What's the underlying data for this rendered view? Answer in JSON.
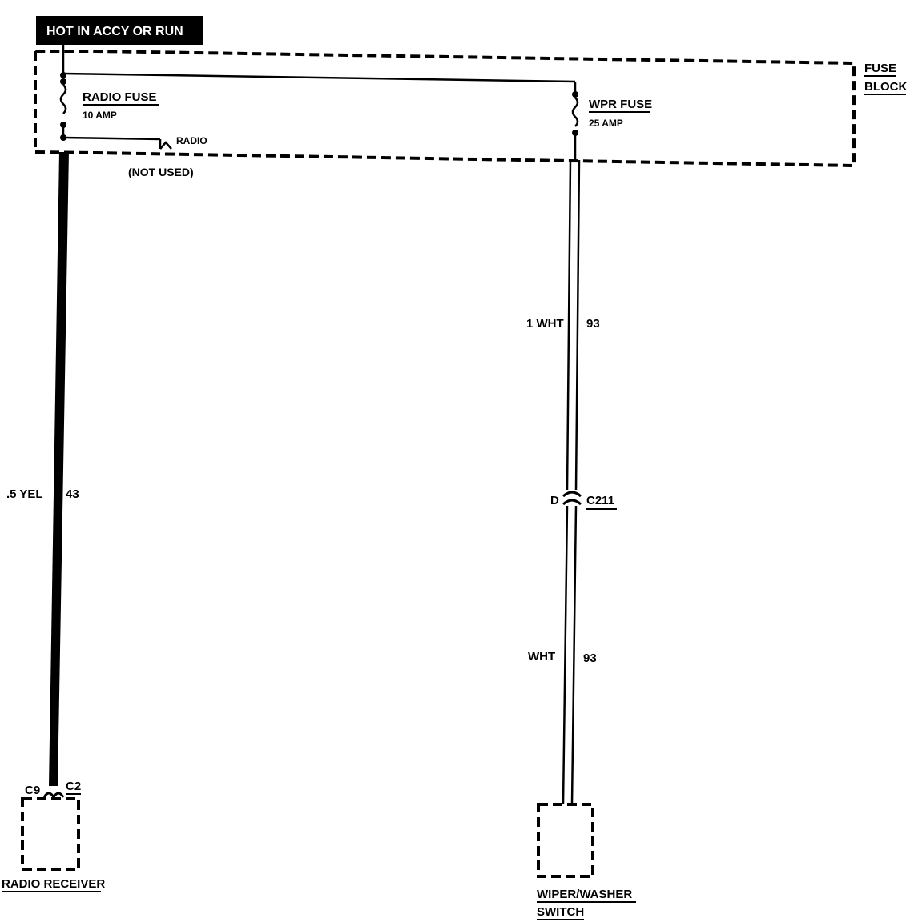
{
  "header": {
    "label": "HOT IN ACCY OR RUN"
  },
  "fuse_block": {
    "title_line1": "FUSE",
    "title_line2": "BLOCK"
  },
  "radio_fuse": {
    "name": "RADIO FUSE",
    "rating": "10 AMP"
  },
  "wpr_fuse": {
    "name": "WPR FUSE",
    "rating": "25 AMP"
  },
  "radio_tap": {
    "label": "RADIO",
    "note": "(NOT USED)"
  },
  "wire_radio": {
    "label": ".5 YEL",
    "circuit": "43"
  },
  "wire_wpr_upper": {
    "label": "1 WHT",
    "circuit": "93"
  },
  "wire_wpr_lower": {
    "label": "WHT",
    "circuit": "93"
  },
  "connector_c211": {
    "pin": "D",
    "name": "C211"
  },
  "radio_receiver": {
    "pin": "C9",
    "connector": "C2",
    "name": "RADIO RECEIVER"
  },
  "wiper_switch": {
    "name_line1": "WIPER/WASHER",
    "name_line2": "SWITCH"
  }
}
